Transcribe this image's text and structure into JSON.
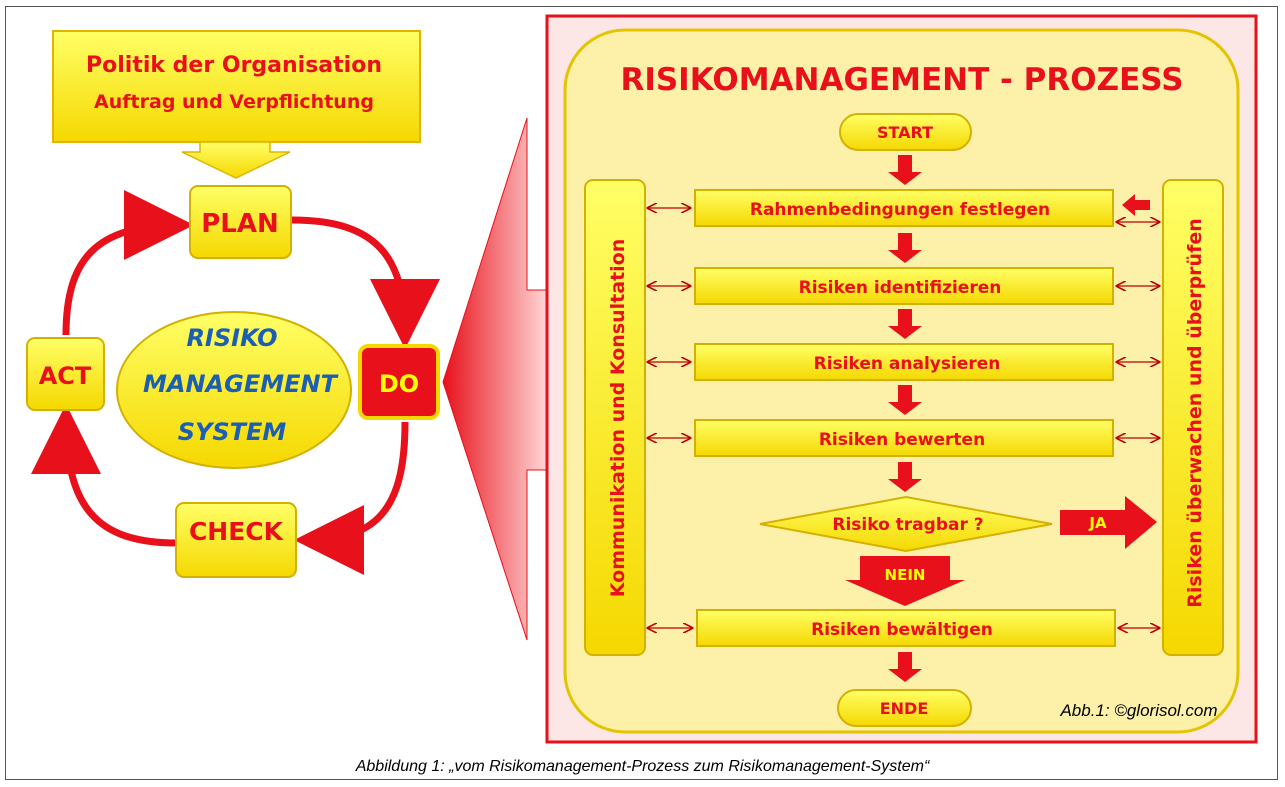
{
  "policy": {
    "title": "Politik der Organisation",
    "subtitle": "Auftrag und Verpflichtung"
  },
  "cycle": {
    "plan": "PLAN",
    "do": "DO",
    "check": "CHECK",
    "act": "ACT"
  },
  "center": {
    "line1": "RISIKO",
    "line2": "MANAGEMENT",
    "line3": "SYSTEM"
  },
  "process": {
    "title": "RISIKOMANAGEMENT - PROZESS",
    "start": "START",
    "end": "ENDE",
    "steps": [
      "Rahmenbedingungen festlegen",
      "Risiken identifizieren",
      "Risiken analysieren",
      "Risiken bewerten"
    ],
    "decision": "Risiko tragbar ?",
    "yes": "JA",
    "no": "NEIN",
    "treat": "Risiken bewältigen",
    "left_bar": "Kommunikation und Konsultation",
    "right_bar": "Risiken überwachen und überprüfen",
    "credit": "Abb.1:  ©glorisol.com"
  },
  "caption": "Abbildung 1: „vom Risikomanagement-Prozess zum Risikomanagement-System“",
  "colors": {
    "yellow": "#ffff00",
    "red": "#e8101a",
    "blue": "#1a5fb4",
    "panel": "#fdf0a8"
  }
}
